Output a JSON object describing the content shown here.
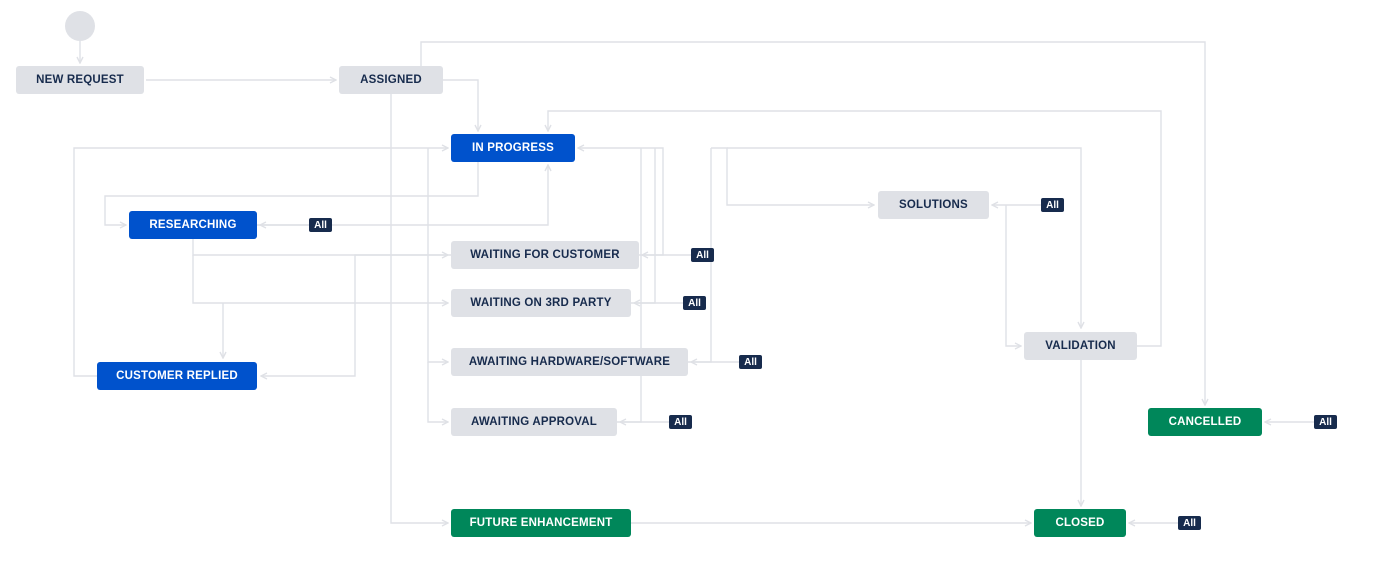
{
  "workflow": {
    "statuses": {
      "new_request": "NEW REQUEST",
      "assigned": "ASSIGNED",
      "in_progress": "IN PROGRESS",
      "researching": "RESEARCHING",
      "waiting_customer": "WAITING FOR CUSTOMER",
      "waiting_3rd_party": "WAITING ON 3RD PARTY",
      "awaiting_hw_sw": "AWAITING HARDWARE/SOFTWARE",
      "awaiting_approval": "AWAITING APPROVAL",
      "customer_replied": "CUSTOMER REPLIED",
      "solutions": "SOLUTIONS",
      "validation": "VALIDATION",
      "cancelled": "CANCELLED",
      "future_enhancement": "FUTURE ENHANCEMENT",
      "closed": "CLOSED"
    },
    "all_label": "All",
    "colors": {
      "todo": "#dfe1e6",
      "in_progress": "#0052cc",
      "done": "#00875a",
      "badge": "#172b4d",
      "connector": "#dfe1e6"
    }
  }
}
